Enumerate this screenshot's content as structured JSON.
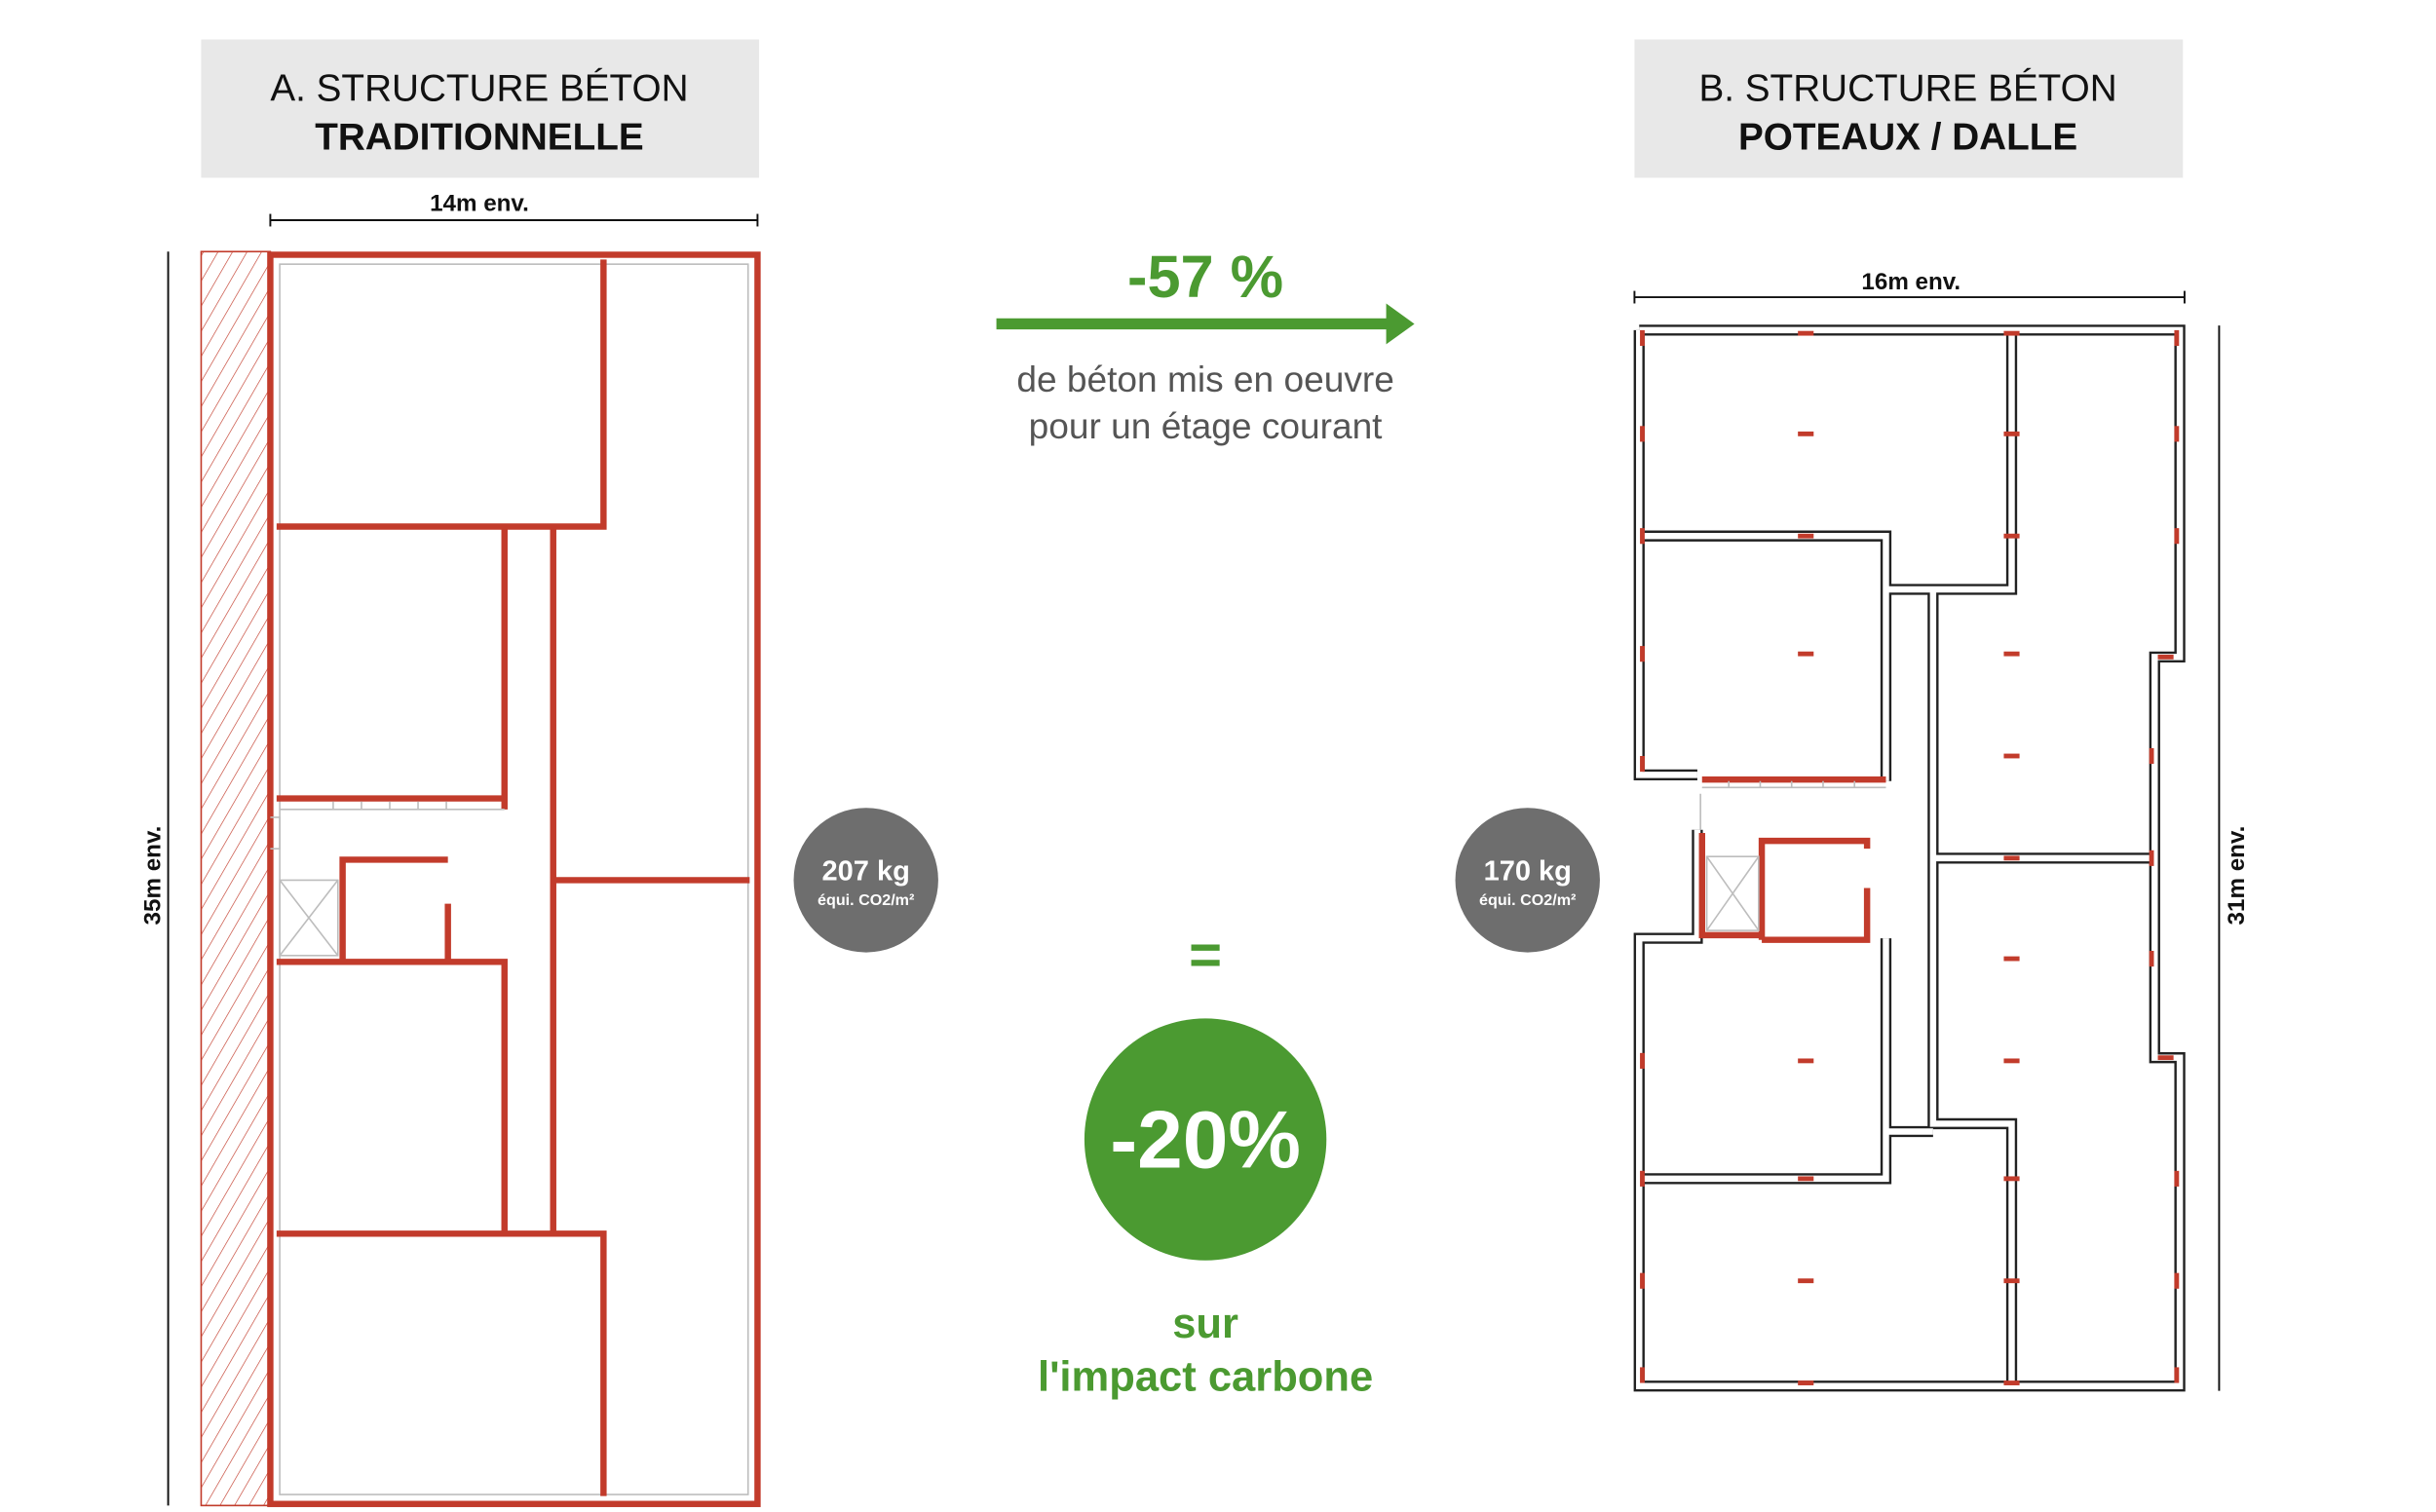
{
  "panel_a": {
    "title_line1": "A. STRUCTURE BÉTON",
    "title_line2": "TRADITIONNELLE",
    "width_label": "14m env.",
    "height_label": "35m env.",
    "impact_value": "207 kg",
    "impact_unit": "équi. CO2/m²"
  },
  "panel_b": {
    "title_line1": "B. STRUCTURE BÉTON",
    "title_line2": "POTEAUX / DALLE",
    "width_label": "16m env.",
    "height_label": "31m env.",
    "impact_value": "170 kg",
    "impact_unit": "équi. CO2/m²"
  },
  "comparison": {
    "concrete_reduction": "-57 %",
    "concrete_caption_line1": "de béton mis en oeuvre",
    "concrete_caption_line2": "pour un étage courant",
    "equals": "=",
    "carbon_reduction": "-20%",
    "carbon_caption_line1": "sur",
    "carbon_caption_line2": "l'impact carbone"
  },
  "colors": {
    "concrete_red": "#c23b2b",
    "accent_green": "#4b9a31",
    "badge_gray": "#6e6e6e",
    "header_bg": "#e8e8e8"
  }
}
